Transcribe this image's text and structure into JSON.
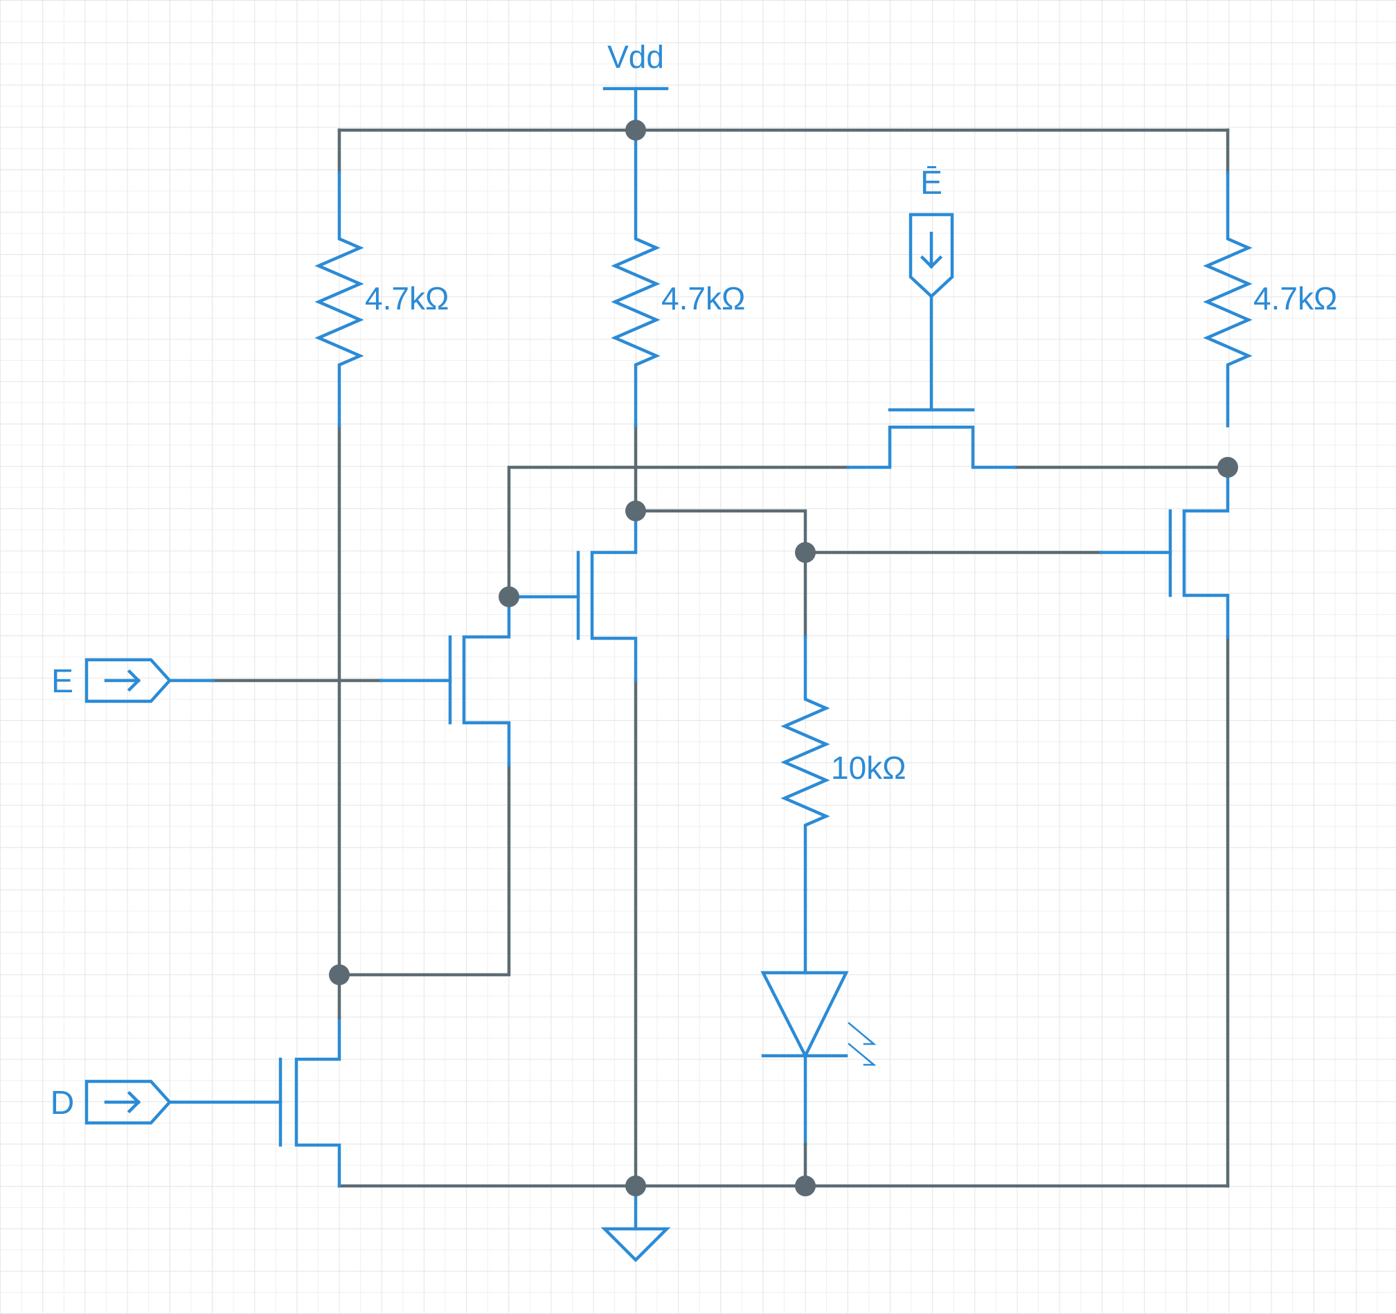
{
  "colors": {
    "wire": "#5c6b73",
    "component": "#2b8bd6",
    "grid": "#e6e6e6",
    "background": "#ffffff"
  },
  "supply": {
    "label": "Vdd"
  },
  "ground": {
    "icon": "ground-icon"
  },
  "inputs": {
    "e": {
      "label": "E",
      "icon": "input-arrow-right-icon"
    },
    "d": {
      "label": "D",
      "icon": "input-arrow-right-icon"
    },
    "e_bar": {
      "label": "Ē",
      "icon": "input-arrow-down-icon"
    }
  },
  "resistors": {
    "r1": {
      "value": "4.7kΩ"
    },
    "r2": {
      "value": "4.7kΩ"
    },
    "r3": {
      "value": "4.7kΩ"
    },
    "r4": {
      "value": "10kΩ"
    }
  },
  "led": {
    "icon": "led-icon"
  }
}
